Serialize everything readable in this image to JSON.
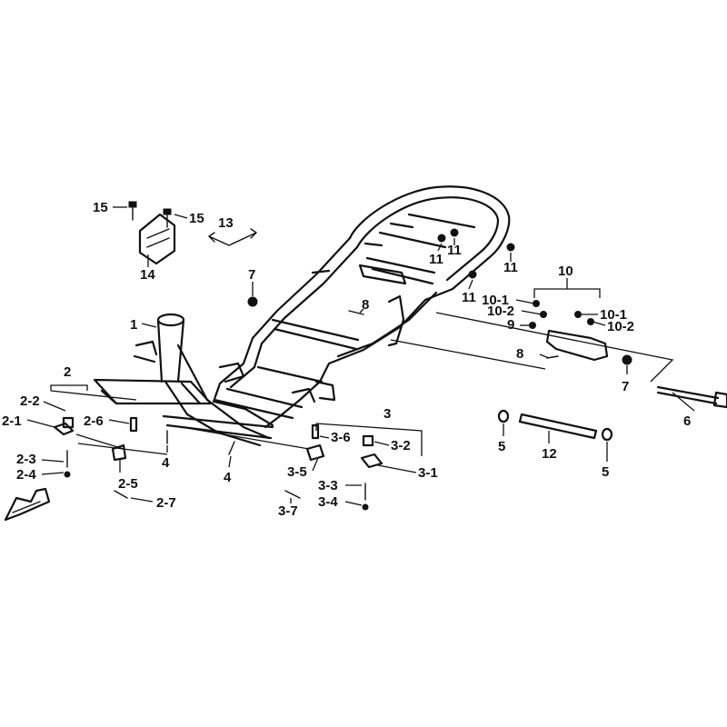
{
  "labels": {
    "l1": "1",
    "l2": "2",
    "l2_1": "2-1",
    "l2_2": "2-2",
    "l2_3": "2-3",
    "l2_4": "2-4",
    "l2_5": "2-5",
    "l2_6": "2-6",
    "l2_7": "2-7",
    "l3": "3",
    "l3_1": "3-1",
    "l3_2": "3-2",
    "l3_3": "3-3",
    "l3_4": "3-4",
    "l3_5": "3-5",
    "l3_6": "3-6",
    "l3_7": "3-7",
    "l4a": "4",
    "l4b": "4",
    "l5a": "5",
    "l5b": "5",
    "l6": "6",
    "l7a": "7",
    "l7b": "7",
    "l8a": "8",
    "l8b": "8",
    "l9": "9",
    "l10": "10",
    "l10_1a": "10-1",
    "l10_1b": "10-1",
    "l10_2a": "10-2",
    "l10_2b": "10-2",
    "l11a": "11",
    "l11b": "11",
    "l11c": "11",
    "l11d": "11",
    "l12": "12",
    "l13": "13",
    "l14": "14",
    "l15a": "15",
    "l15b": "15"
  }
}
